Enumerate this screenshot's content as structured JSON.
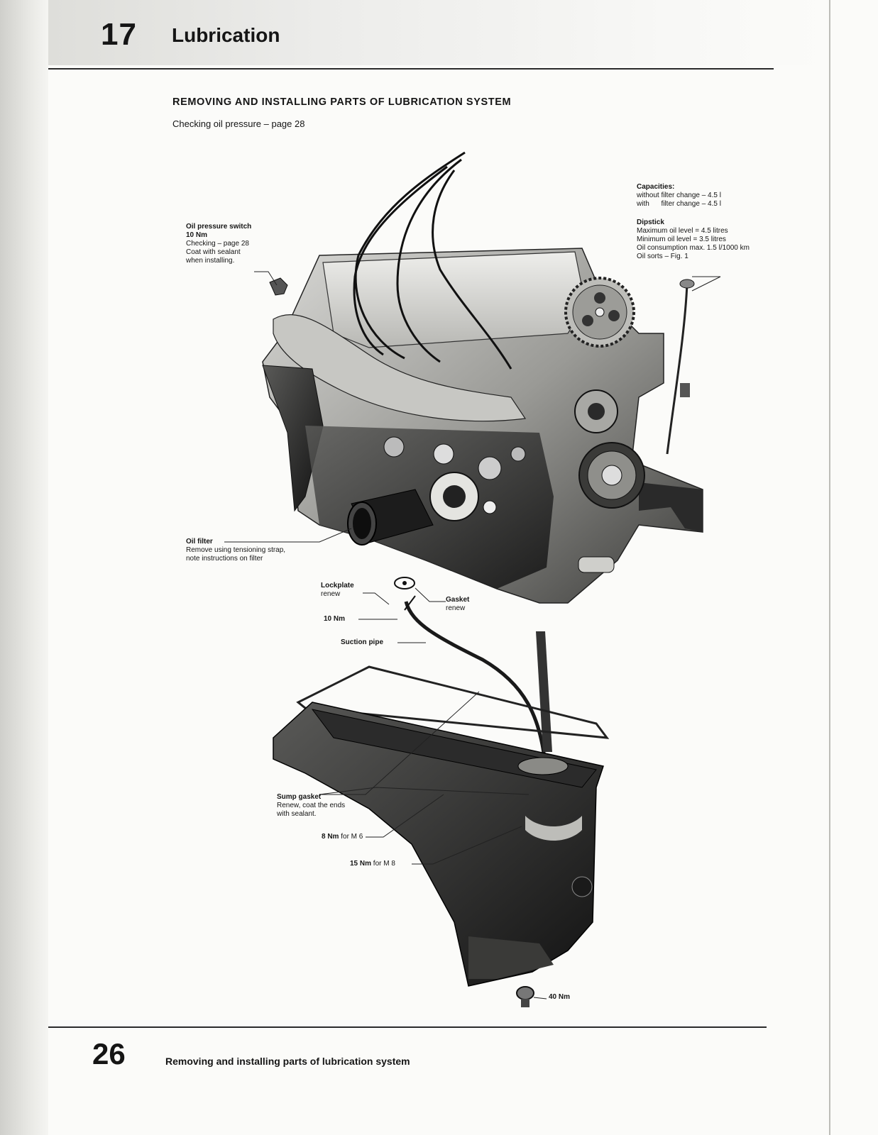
{
  "header": {
    "chapter_number": "17",
    "chapter_title": "Lubrication"
  },
  "section": {
    "title": "REMOVING AND INSTALLING PARTS OF LUBRICATION SYSTEM",
    "reference": "Checking oil pressure – page 28"
  },
  "labels": {
    "oil_pressure_switch": {
      "title": "Oil pressure switch",
      "torque": "10 Nm",
      "line1": "Checking – page 28",
      "line2": "Coat with sealant",
      "line3": "when installing."
    },
    "capacities": {
      "title": "Capacities:",
      "line1": "without filter change – 4.5 l",
      "line2": "with      filter change – 4.5 l"
    },
    "dipstick": {
      "title": "Dipstick",
      "line1": "Maximum oil level = 4.5 litres",
      "line2": "Minimum oil level = 3.5 litres",
      "line3": "Oil consumption max. 1.5 l/1000 km",
      "line4": "Oil sorts – Fig. 1"
    },
    "oil_filter": {
      "title": "Oil filter",
      "line1": "Remove using tensioning strap,",
      "line2": "note instructions on filter"
    },
    "lockplate": {
      "title": "Lockplate",
      "note": "renew"
    },
    "gasket": {
      "title": "Gasket",
      "note": "renew"
    },
    "suction_torque": {
      "title": "10 Nm"
    },
    "suction_pipe": {
      "title": "Suction pipe"
    },
    "sump_gasket": {
      "title": "Sump gasket",
      "line1": "Renew, coat the ends",
      "line2": "with sealant."
    },
    "torque_m6": {
      "value": "8 Nm",
      "text": "for M 6"
    },
    "torque_m8": {
      "value": "15 Nm",
      "text": "for M 8"
    },
    "drain_plug": {
      "title": "40 Nm"
    }
  },
  "footer": {
    "page_number": "26",
    "text": "Removing and installing parts of lubrication system"
  }
}
